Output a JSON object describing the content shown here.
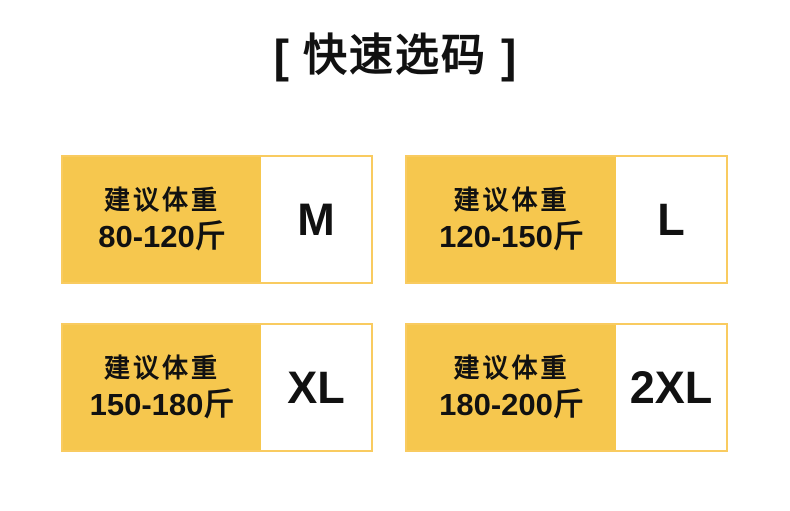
{
  "colors": {
    "page_bg": "#ffffff",
    "card_yellow": "#F6C74E",
    "card_border": "#F9CB60",
    "size_box_bg": "#ffffff",
    "text_black": "#111111"
  },
  "title": {
    "bracket_left": "[",
    "text": "快速选码",
    "bracket_right": "]"
  },
  "size_cards": [
    {
      "label": "建议体重",
      "weight_range": "80-120斤",
      "size": "M"
    },
    {
      "label": "建议体重",
      "weight_range": "120-150斤",
      "size": "L"
    },
    {
      "label": "建议体重",
      "weight_range": "150-180斤",
      "size": "XL"
    },
    {
      "label": "建议体重",
      "weight_range": "180-200斤",
      "size": "2XL"
    }
  ]
}
